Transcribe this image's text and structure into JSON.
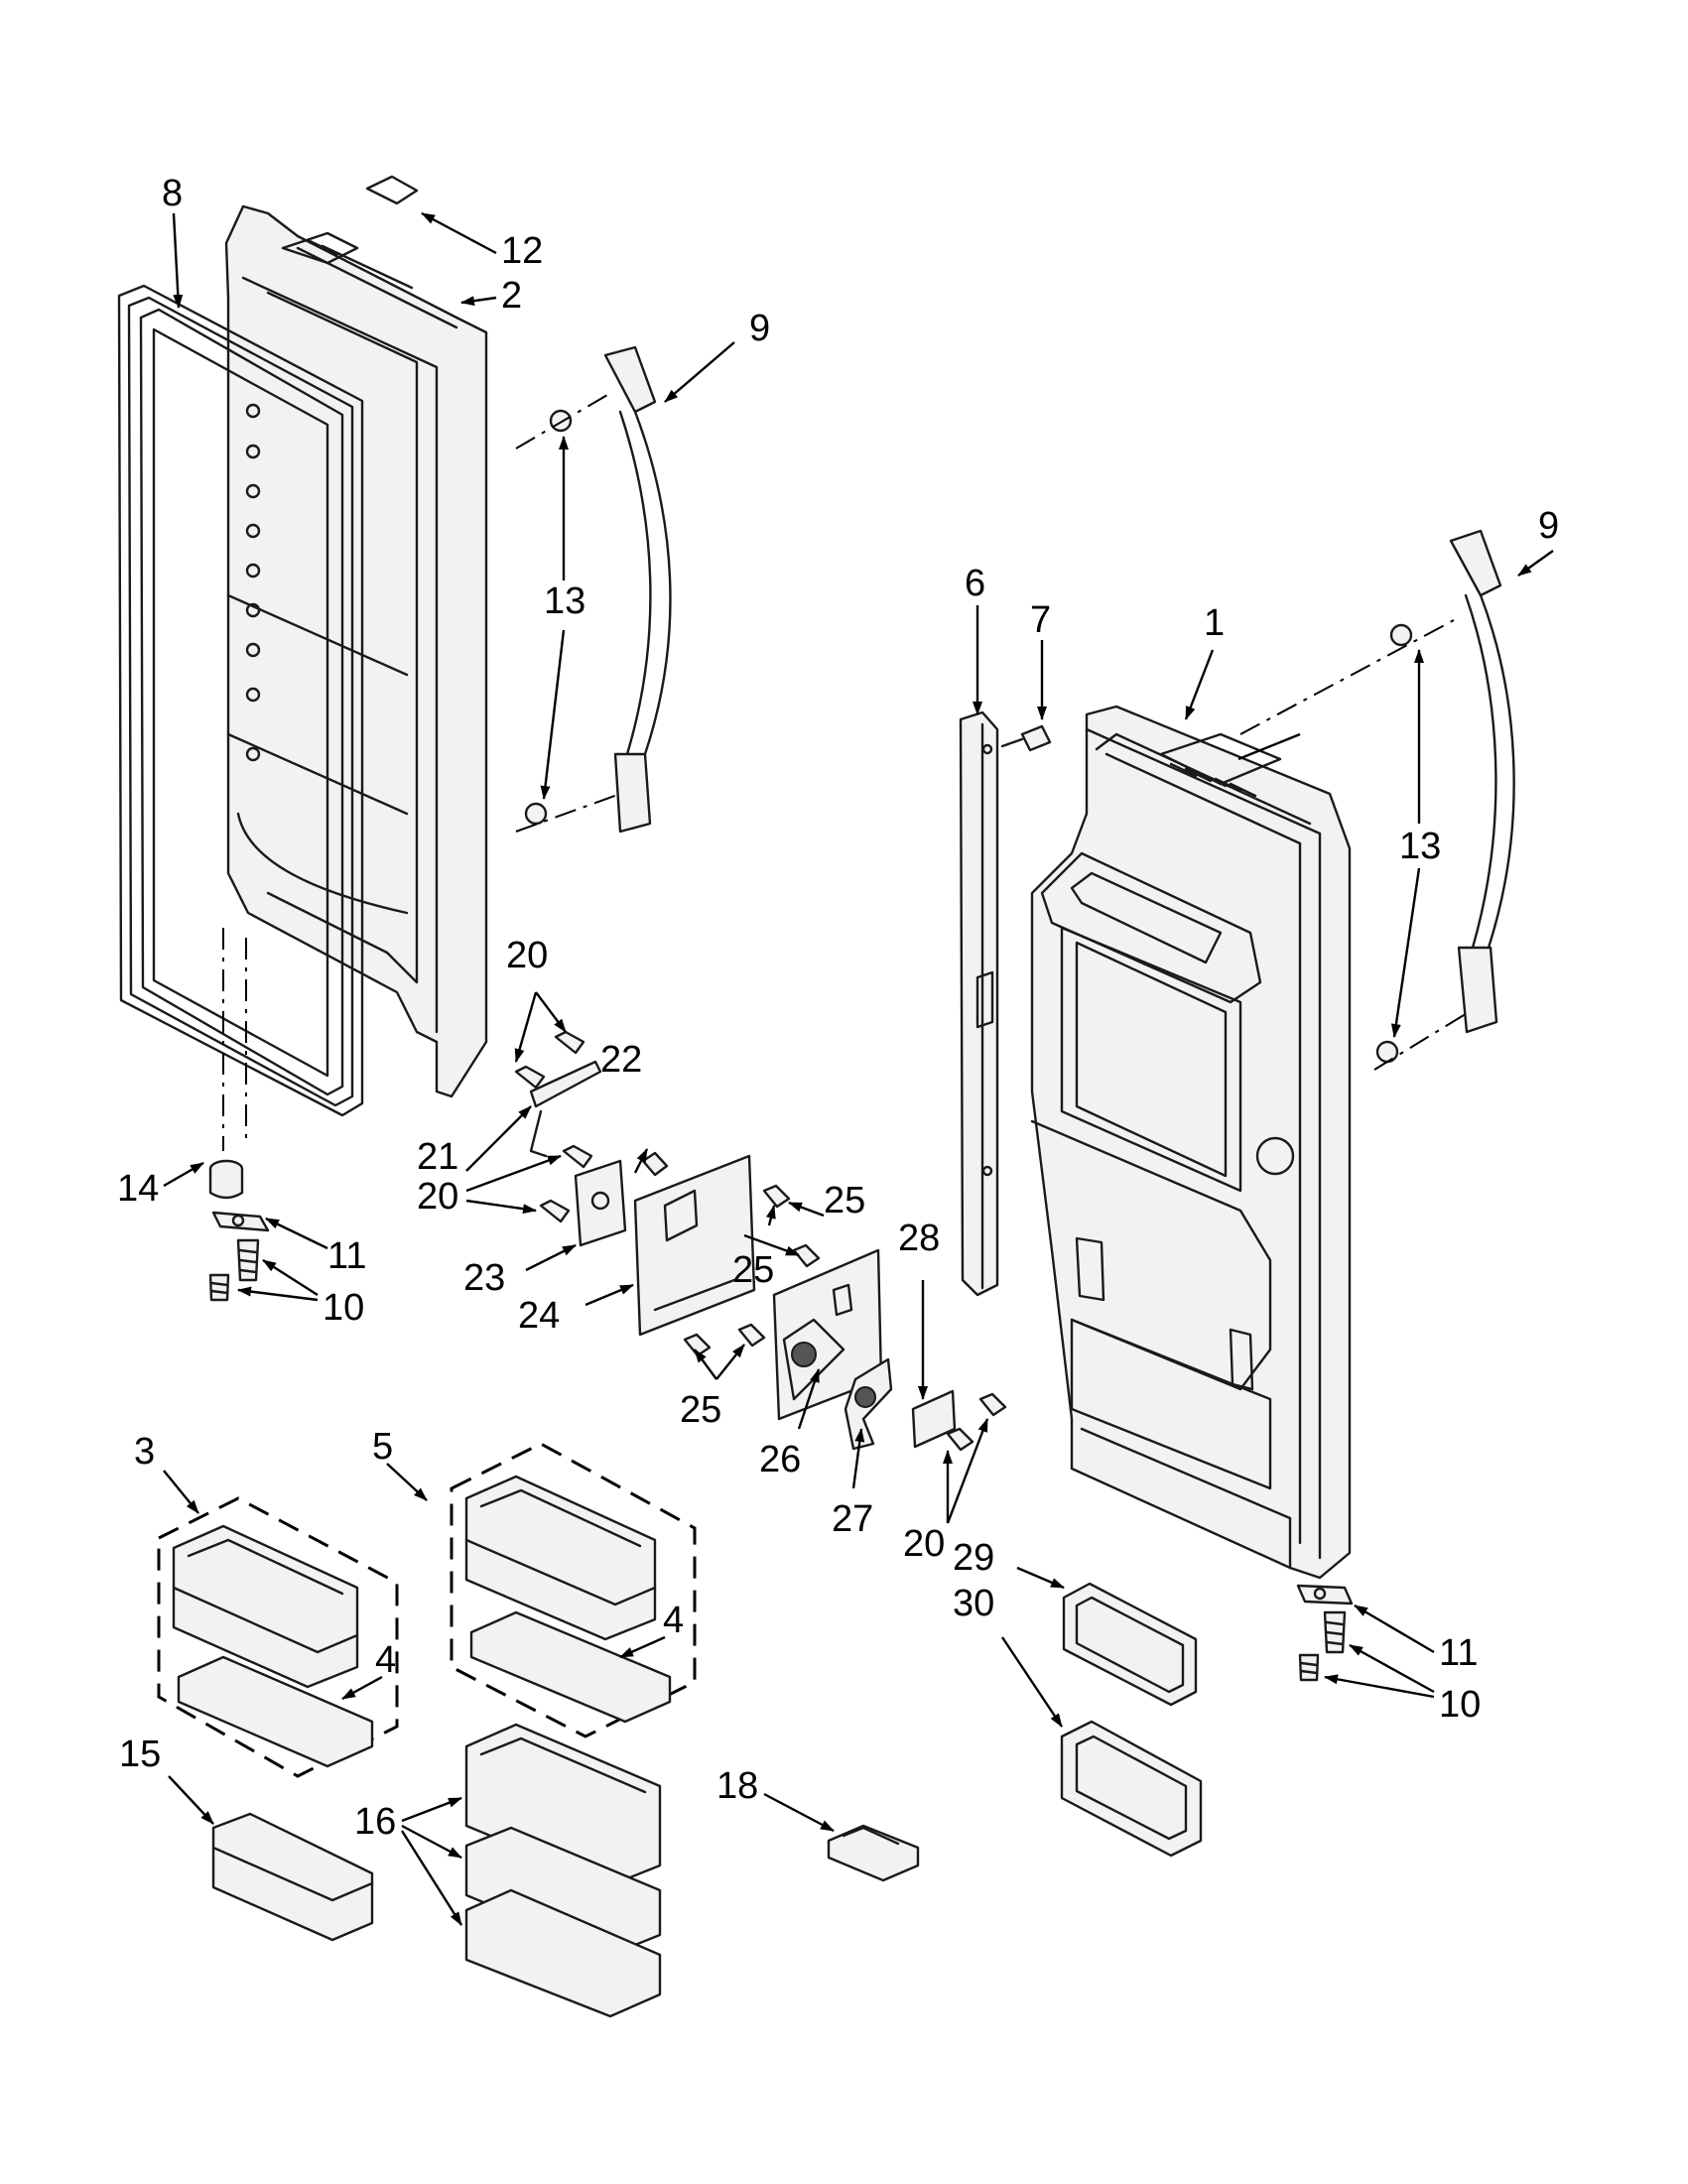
{
  "callouts": {
    "c1": "1",
    "c2": "2",
    "c3": "3",
    "c4a": "4",
    "c4b": "4",
    "c5": "5",
    "c6": "6",
    "c7": "7",
    "c8": "8",
    "c9a": "9",
    "c9b": "9",
    "c10a": "10",
    "c10b": "10",
    "c11a": "11",
    "c11b": "11",
    "c12": "12",
    "c13a": "13",
    "c13b": "13",
    "c14": "14",
    "c15": "15",
    "c16": "16",
    "c18": "18",
    "c20a": "20",
    "c20b": "20",
    "c20c": "20",
    "c21": "21",
    "c22": "22",
    "c23": "23",
    "c24": "24",
    "c25a": "25",
    "c25b": "25",
    "c25c": "25",
    "c26": "26",
    "c27": "27",
    "c28": "28",
    "c29": "29",
    "c30": "30"
  },
  "colors": {
    "line": "#1a1a1a",
    "fill": "#f2f2f2",
    "background": "#ffffff"
  }
}
